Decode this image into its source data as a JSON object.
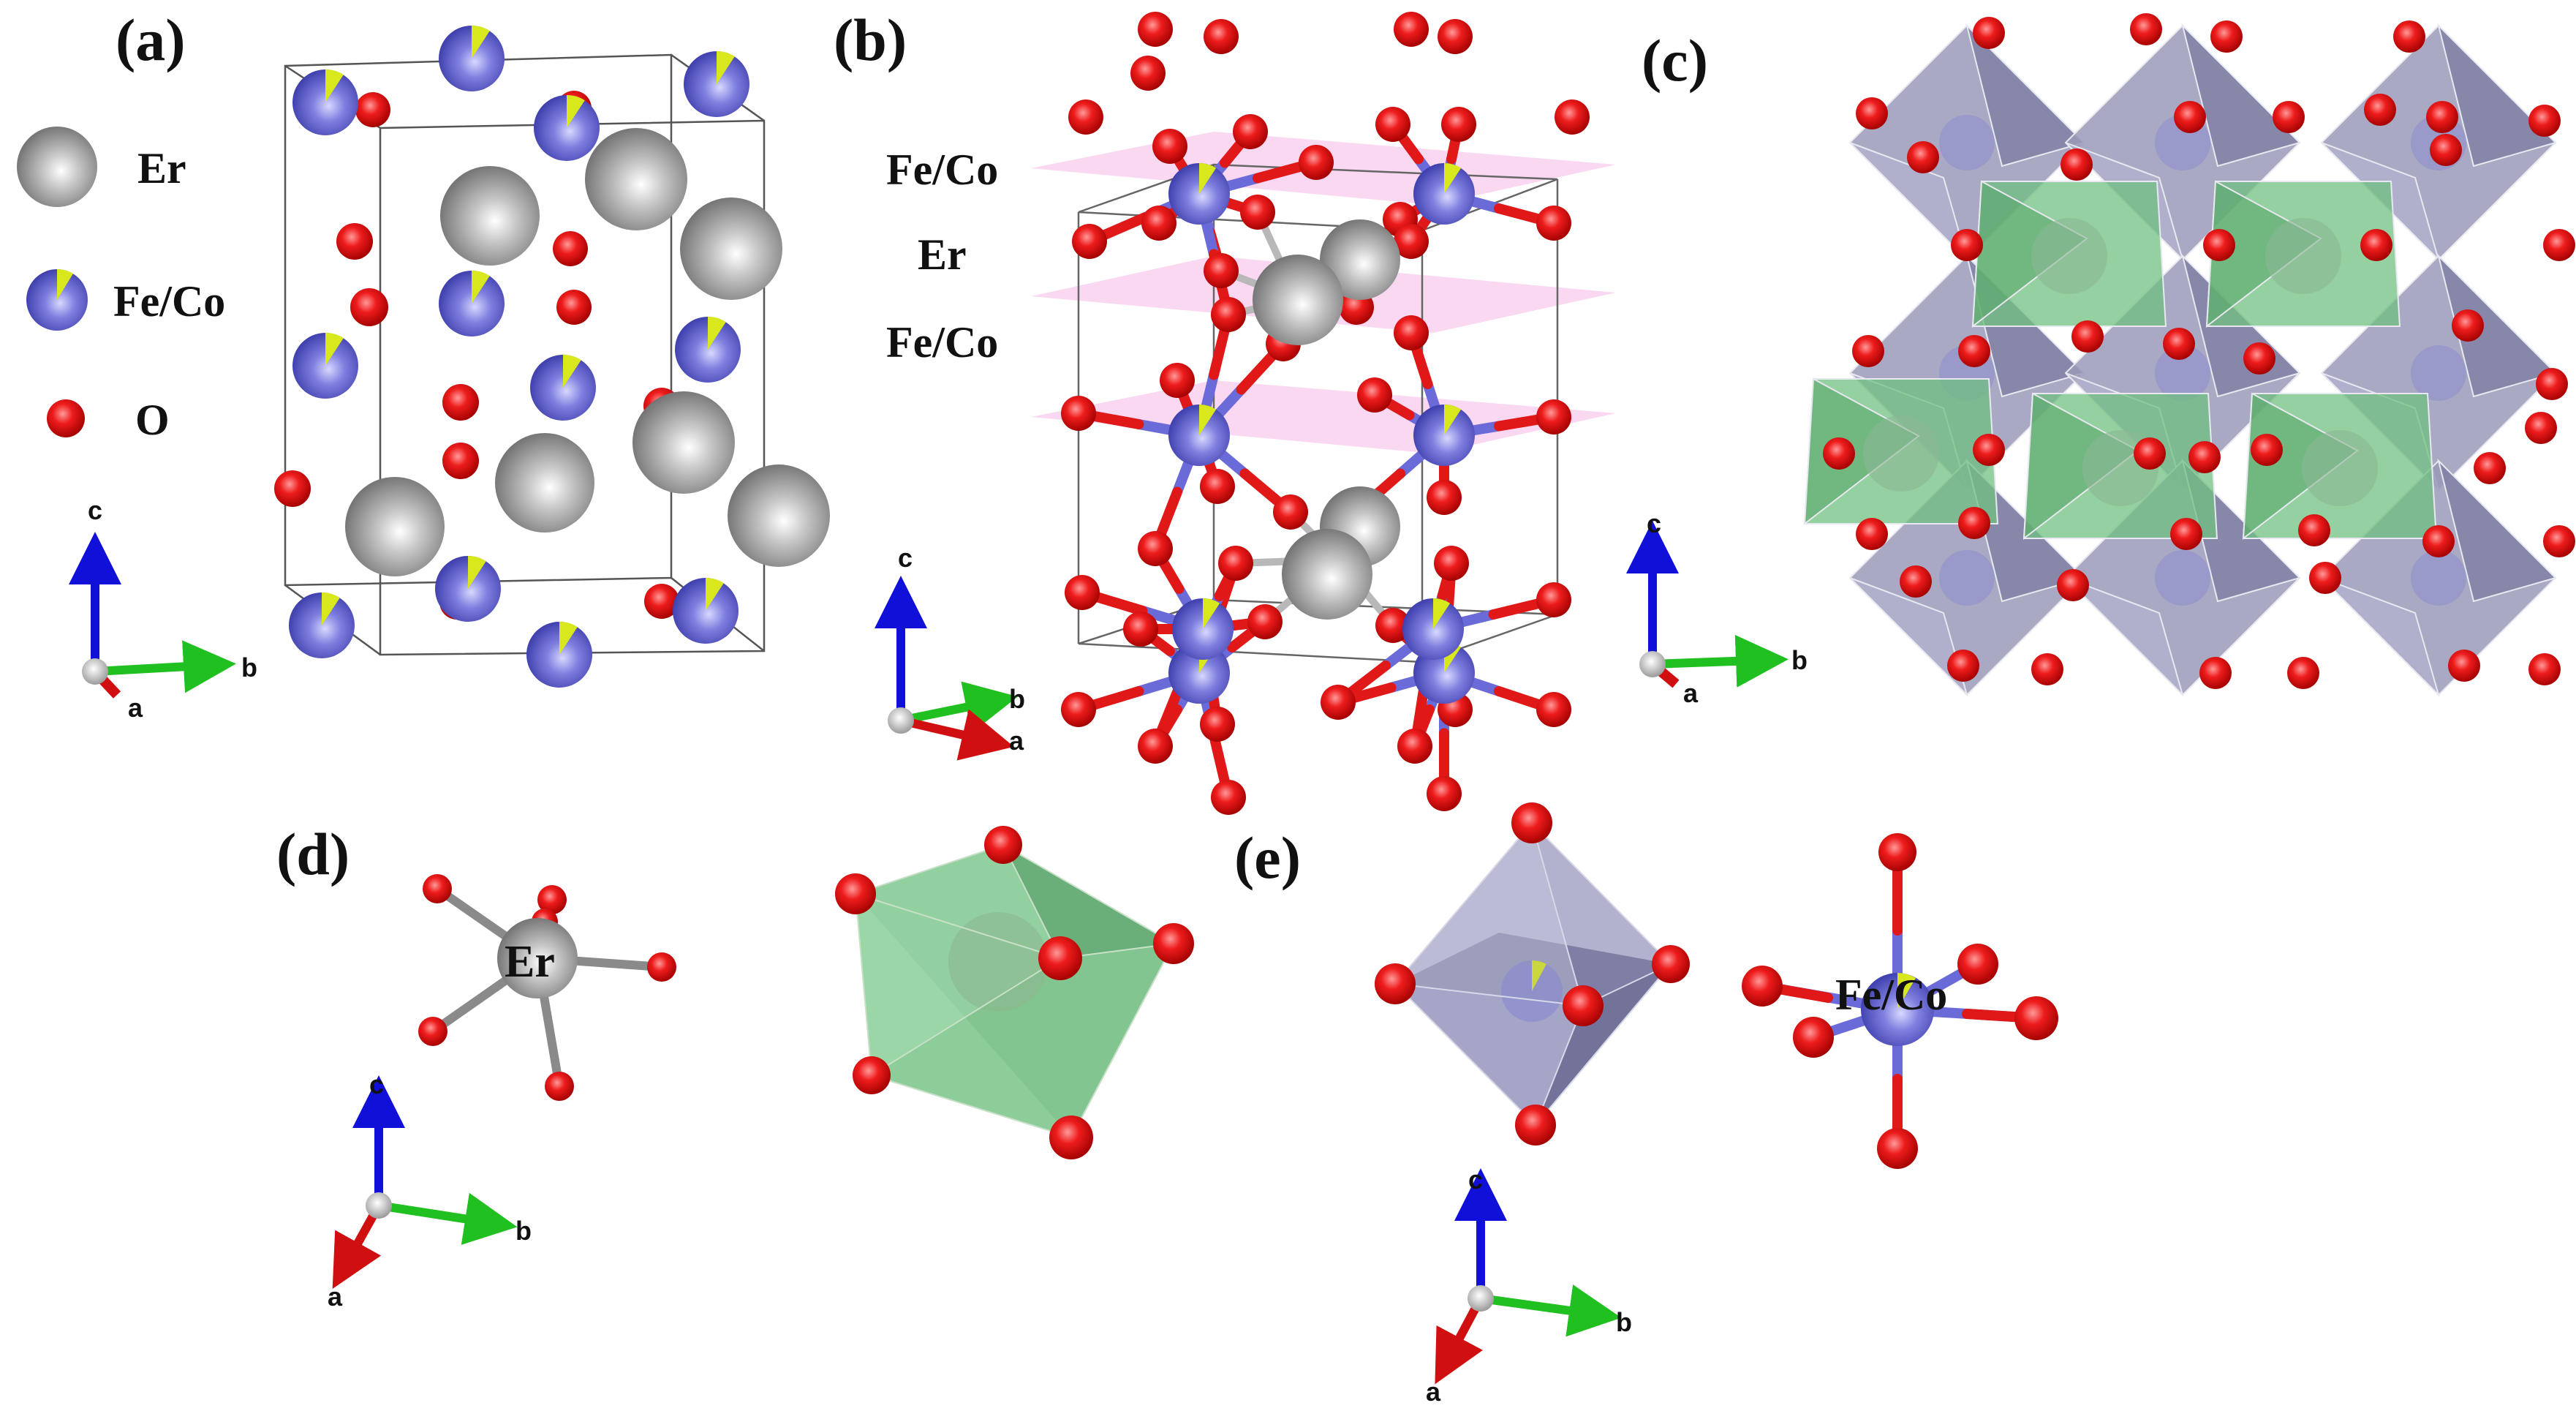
{
  "panels": {
    "a": "(a)",
    "b": "(b)",
    "c": "(c)",
    "d": "(d)",
    "e": "(e)"
  },
  "legend": {
    "er": "Er",
    "fe_co": "Fe/Co",
    "o": "O"
  },
  "layers": [
    "Fe/Co",
    "Er",
    "Fe/Co"
  ],
  "atom_labels": {
    "er": "Er",
    "fe_co": "Fe/Co"
  },
  "axes": {
    "a": "a",
    "b": "b",
    "c": "c"
  },
  "colors": {
    "er": "#9a9a9a",
    "fe_co": "#6a6ad8",
    "oxygen": "#e01818",
    "octahedron": "#a8a8c8",
    "er_polyhedron": "#7cc48c",
    "layer_plane": "#f6b8e8",
    "axis_a": "#d01010",
    "axis_b": "#20c020",
    "axis_c": "#1010d8"
  }
}
